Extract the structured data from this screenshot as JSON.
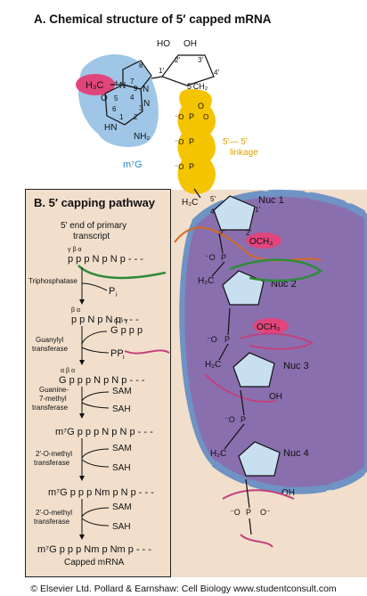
{
  "panel_a": {
    "title": "A. Chemical structure of 5′ capped mRNA",
    "m7g_label": "m⁷G",
    "linkage_label_1": "5′— 5′",
    "linkage_label_2": "linkage",
    "ring_oh_1": "HO",
    "ring_oh_2": "OH",
    "c2_label": "2′",
    "c3_label": "3′",
    "c4_label": "4′",
    "c1_label": "1′",
    "ch2_label": "5′CH₂",
    "methyl": "H₃C",
    "guanine_n7": "N",
    "guanine_n9": "N",
    "guanine_nh": "HN",
    "guanine_o": "O",
    "guanine_nh2": "NH₂",
    "guanine_n3": "N",
    "guanine_plus": "+",
    "num_7": "7",
    "num_8": "8",
    "num_9": "9",
    "num_5": "5",
    "num_4": "4",
    "num_6": "6",
    "num_1": "1",
    "num_2": "2",
    "num_3": "3",
    "p_label": "P",
    "o_label": "O",
    "o_minus": "O⁻",
    "minus_o": "⁻O",
    "h2c": "H₂C",
    "h": "H",
    "oh": "OH",
    "och3": "OCH₃",
    "nuc1": "Nuc 1",
    "nuc2": "Nuc 2",
    "nuc3": "Nuc 3",
    "nuc4": "Nuc 4",
    "prime_5": "5′",
    "prime_4": "4′",
    "prime_3": "3′",
    "prime_2": "2′",
    "prime_1": "1′"
  },
  "panel_b": {
    "title": "B. 5′ capping pathway",
    "subtitle_1": "5′ end of primary",
    "subtitle_2": "transcript",
    "greek_top": "γ β α",
    "step0": "p p p N p N p - - -",
    "enzyme_1": "Triphosphatase",
    "product_1": "P",
    "product_1_sub": "i",
    "greek_2": "β α",
    "step1": "p p N p N p - - -",
    "greek_gppp": "α β γ",
    "reagent_gppp": "G p p p",
    "enzyme_2a": "Guanylyl",
    "enzyme_2b": "transferase",
    "product_2": "PP",
    "product_2_sub": "i",
    "greek_3": "α β α",
    "step2": "G p p p N p N p - - -",
    "enzyme_3a": "Guanine-",
    "enzyme_3b": "7-methyl",
    "enzyme_3c": "transferase",
    "sam": "SAM",
    "sah": "SAH",
    "step3": "m⁷G p p p N p N p - - -",
    "enzyme_4a": "2′-O-methyl",
    "enzyme_4b": "transferase",
    "step4": "m⁷G p p p Nm p N p - - -",
    "enzyme_5a": "2′-O-methyl",
    "enzyme_5b": "transferase",
    "step5": "m⁷G p p p Nm p Nm p - - -",
    "final": "Capped mRNA"
  },
  "footer": "© Elsevier Ltd. Pollard & Earnshaw: Cell Biology www.studentconsult.com",
  "colors": {
    "m7g_blue": "#9fc6e6",
    "methyl_pink": "#e0457b",
    "linkage_yellow": "#f5c400",
    "cell_bg": "#f1dfcc",
    "purple_body": "#8a6fae",
    "membrane_blue": "#6e93c4",
    "ring_fill": "#c8dff0",
    "green_strand": "#2e8b3a",
    "orange_strand": "#d46a26",
    "pink_strand": "#c2417d"
  }
}
